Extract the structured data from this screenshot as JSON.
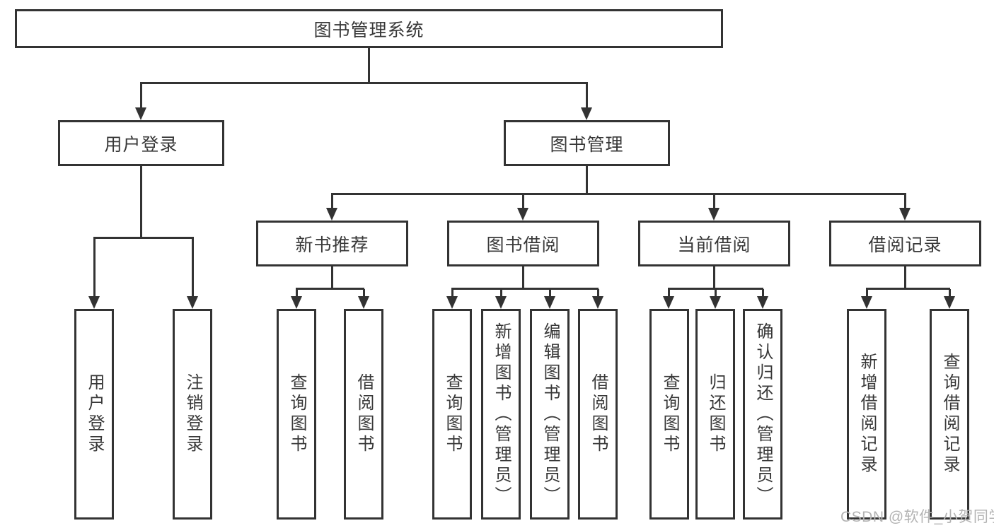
{
  "tree": {
    "root": {
      "label": "图书管理系统",
      "children": [
        {
          "label": "用户登录",
          "children": [
            {
              "label": "用户登录"
            },
            {
              "label": "注销登录"
            }
          ]
        },
        {
          "label": "图书管理",
          "children": [
            {
              "label": "新书推荐",
              "children": [
                {
                  "label": "查询图书"
                },
                {
                  "label": "借阅图书"
                }
              ]
            },
            {
              "label": "图书借阅",
              "children": [
                {
                  "label": "查询图书"
                },
                {
                  "label": "新增图书（管理员）"
                },
                {
                  "label": "编辑图书（管理员）"
                },
                {
                  "label": "借阅图书"
                }
              ]
            },
            {
              "label": "当前借阅",
              "children": [
                {
                  "label": "查询图书"
                },
                {
                  "label": "归还图书"
                },
                {
                  "label": "确认归还（管理员）"
                }
              ]
            },
            {
              "label": "借阅记录",
              "children": [
                {
                  "label": "新增借阅记录"
                },
                {
                  "label": "查询借阅记录"
                }
              ]
            }
          ]
        }
      ]
    }
  },
  "watermark": "CSDN @软件_小贺同学",
  "colors": {
    "line": "#333333",
    "text": "#383838",
    "watermark": "#b3b3b3",
    "background": "#ffffff"
  }
}
